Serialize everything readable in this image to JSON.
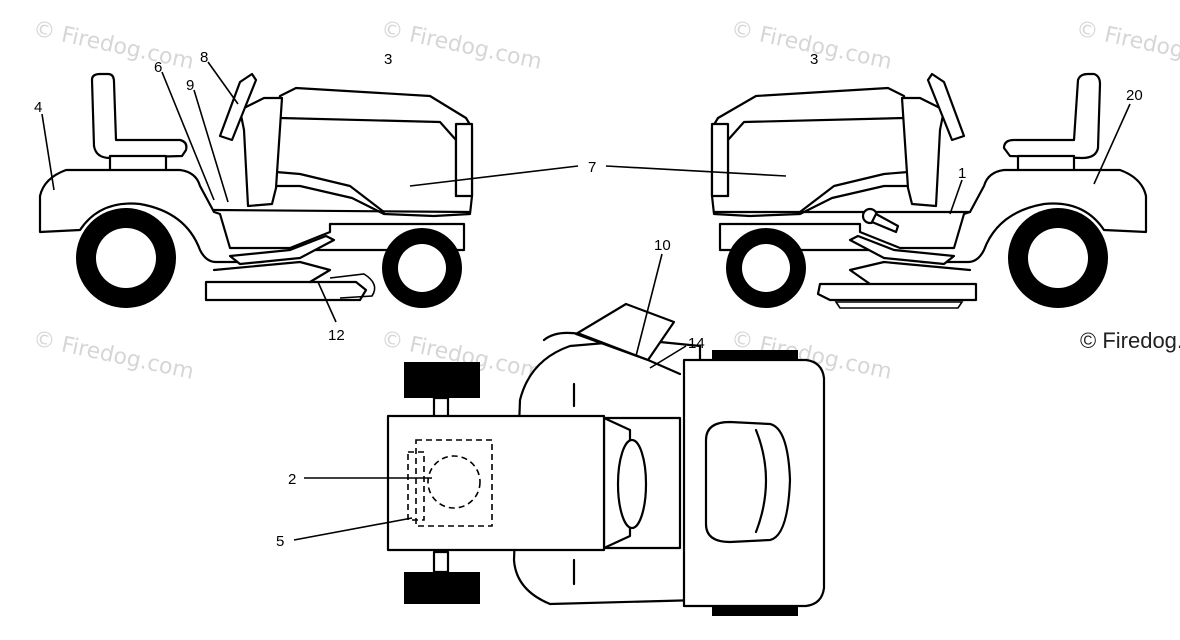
{
  "callouts": {
    "c1": "1",
    "c2": "2",
    "c3a": "3",
    "c3b": "3",
    "c4": "4",
    "c5": "5",
    "c6": "6",
    "c7": "7",
    "c8": "8",
    "c9": "9",
    "c10": "10",
    "c12": "12",
    "c14": "14",
    "c20": "20"
  },
  "watermark": {
    "text": "© Firedog.com"
  },
  "copyright": {
    "text": "© Firedog.com"
  },
  "colors": {
    "line": "#000000",
    "watermark": "#d6d6d6"
  }
}
